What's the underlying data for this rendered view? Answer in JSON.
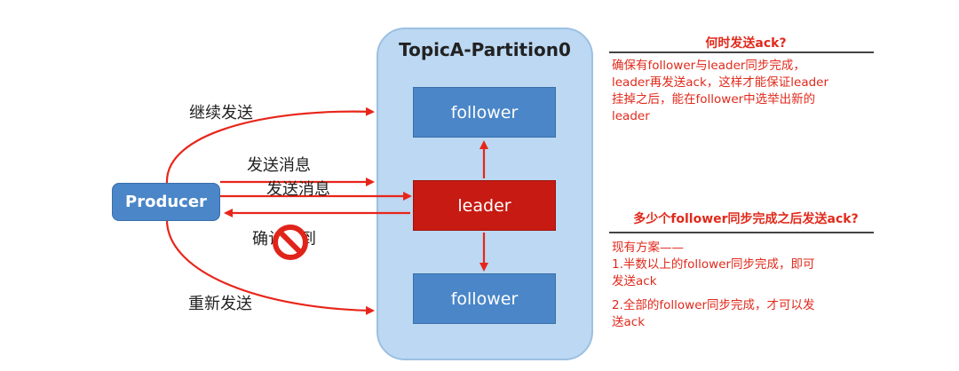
{
  "partition": {
    "title": "TopicA-Partition0"
  },
  "nodes": {
    "follower_top": "follower",
    "leader": "leader",
    "follower_bottom": "follower",
    "producer": "Producer"
  },
  "arrows": {
    "continue_send": "继续发送",
    "send_message_1": "发送消息",
    "send_message_2": "发送消息",
    "ack_received": "确认收到",
    "resend": "重新发送"
  },
  "notes": {
    "when_title": "何时发送ack?",
    "when_lines": [
      "确保有follower与leader同步完成，",
      "leader再发送ack，这样才能保证leader",
      "挂掉之后，能在follower中选举出新的",
      "leader"
    ],
    "how_many_title": "多少个follower同步完成之后发送ack?",
    "how_many_lines": [
      "现有方案——",
      "1.半数以上的follower同步完成，即可",
      "发送ack",
      "",
      "2.全部的follower同步完成，才可以发",
      "送ack"
    ]
  },
  "colors": {
    "leader": "#c61a12",
    "follower": "#4a86c8",
    "partition": "#bcd8f2",
    "arrow_red": "#e8251a",
    "note_red": "#e02a1c"
  }
}
